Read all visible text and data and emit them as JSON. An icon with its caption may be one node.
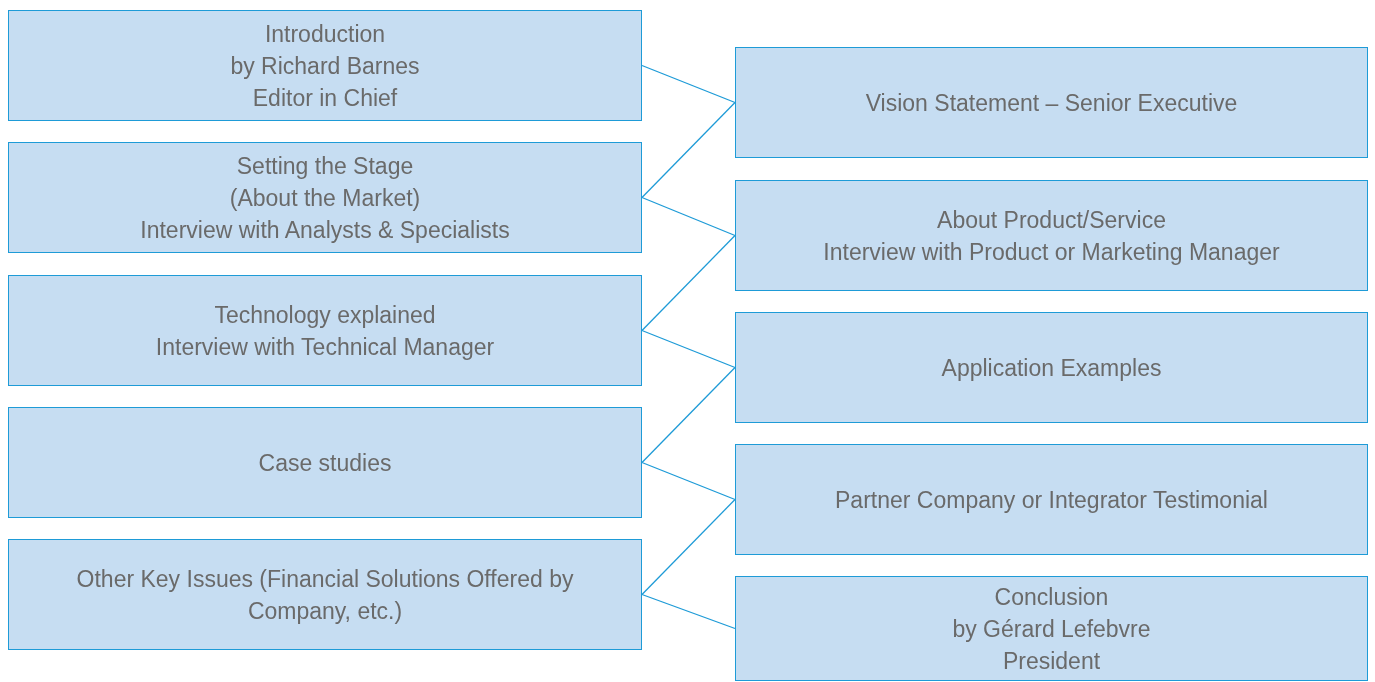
{
  "diagram": {
    "nodes": [
      {
        "text": [
          "Introduction",
          "by Richard Barnes",
          "Editor in Chief"
        ]
      },
      {
        "text": [
          "Vision Statement – Senior Executive"
        ]
      },
      {
        "text": [
          "Setting the Stage",
          "(About the Market)",
          "Interview with Analysts & Specialists"
        ]
      },
      {
        "text": [
          "About Product/Service",
          "Interview with Product or Marketing Manager"
        ]
      },
      {
        "text": [
          "Technology explained",
          "Interview with Technical Manager"
        ]
      },
      {
        "text": [
          "Application Examples"
        ]
      },
      {
        "text": [
          "Case studies"
        ]
      },
      {
        "text": [
          "Partner Company or Integrator Testimonial"
        ]
      },
      {
        "text": [
          "Other Key Issues (Financial Solutions Offered by Company, etc.)"
        ]
      },
      {
        "text": [
          "Conclusion",
          "by Gérard Lefebvre",
          "President"
        ]
      }
    ],
    "edges": [
      {
        "from": 0,
        "to": 1,
        "arrow": "none"
      },
      {
        "from": 1,
        "to": 2,
        "arrow": "none"
      },
      {
        "from": 2,
        "to": 3,
        "arrow": "none"
      },
      {
        "from": 3,
        "to": 4,
        "arrow": "none"
      },
      {
        "from": 4,
        "to": 5,
        "arrow": "none"
      },
      {
        "from": 5,
        "to": 6,
        "arrow": "none"
      },
      {
        "from": 6,
        "to": 7,
        "arrow": "none"
      },
      {
        "from": 7,
        "to": 8,
        "arrow": "none"
      },
      {
        "from": 8,
        "to": 9,
        "arrow": "none"
      }
    ]
  }
}
